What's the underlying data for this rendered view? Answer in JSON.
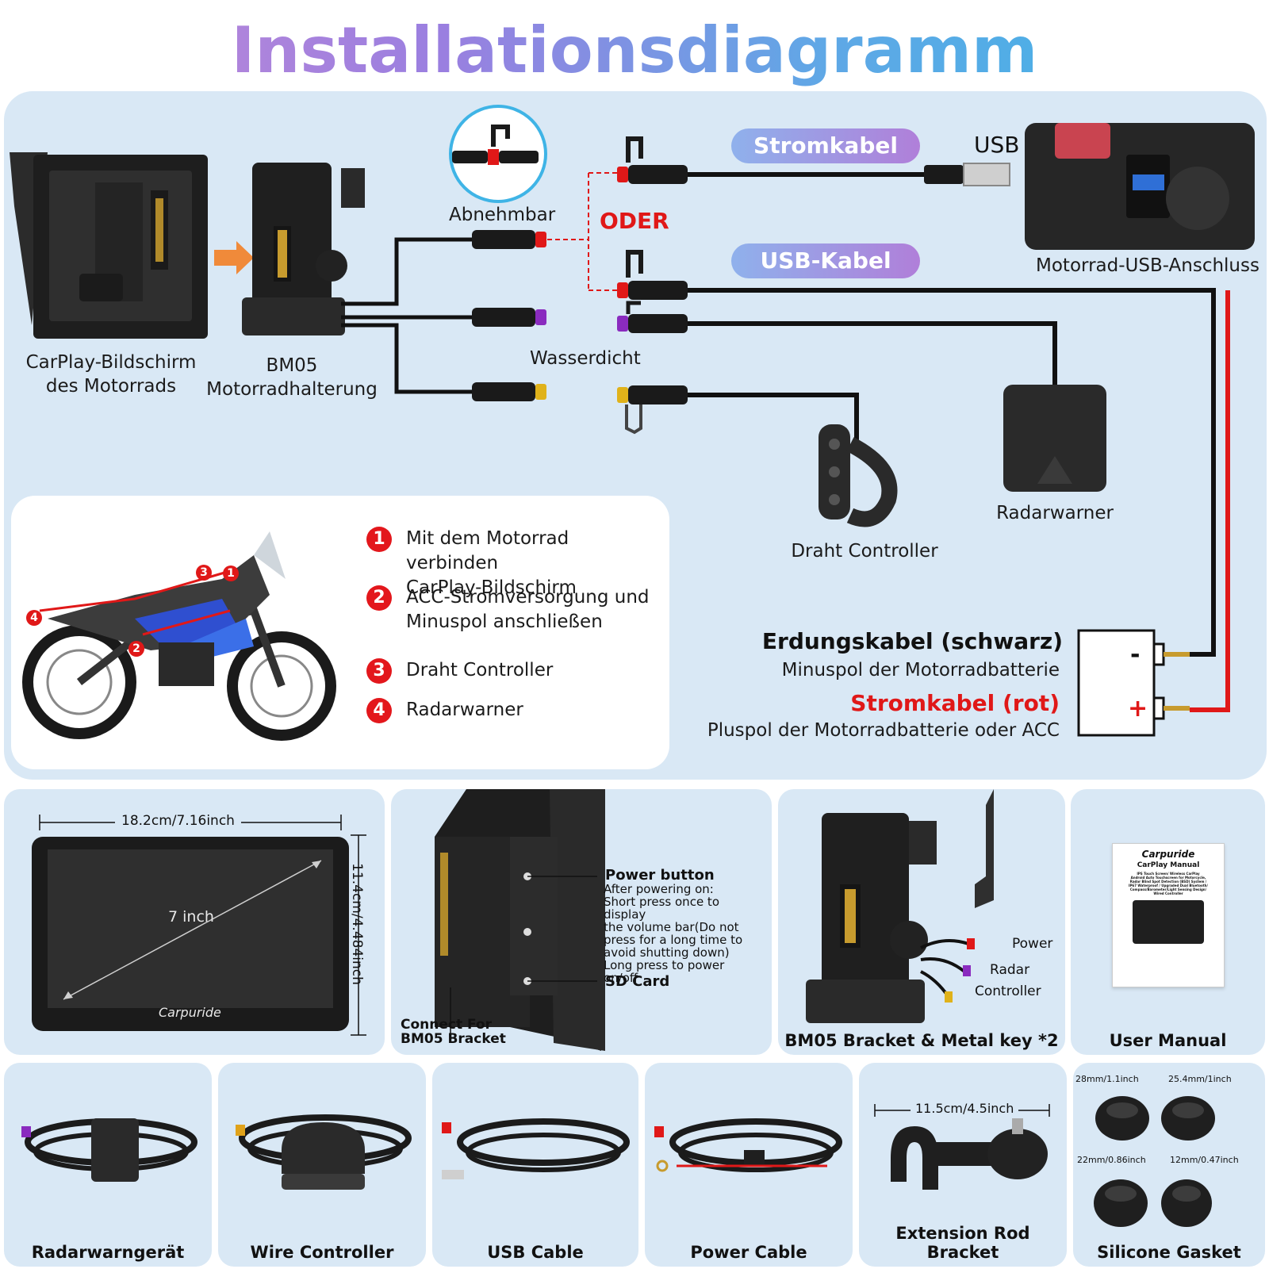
{
  "title": "Installationsdiagramm",
  "wiring": {
    "screen_label_1": "CarPlay-Bildschirm",
    "screen_label_2": "des Motorrads",
    "bracket_label_1": "BM05",
    "bracket_label_2": "Motorradhalterung",
    "detachable": "Abnehmbar",
    "waterproof": "Wasserdicht",
    "or_label": "ODER",
    "power_cable_pill": "Stromkabel",
    "usb_cable_pill": "USB-Kabel",
    "usb_label": "USB",
    "usb_port_label": "Motorrad-USB-Anschluss",
    "radar_label": "Radarwarner",
    "controller_label": "Draht Controller",
    "ground_title": "Erdungskabel (schwarz)",
    "ground_sub": "Minuspol der Motorradbatterie",
    "power_title": "Stromkabel (rot)",
    "power_sub": "Pluspol der Motorradbatterie oder ACC",
    "minus_sign": "-",
    "plus_sign": "+"
  },
  "steps": [
    {
      "num": "1",
      "text_1": "Mit dem Motorrad verbinden",
      "text_2": "CarPlay-Bildschirm"
    },
    {
      "num": "2",
      "text_1": "ACC-Stromversorgung und",
      "text_2": "Minuspol anschließen"
    },
    {
      "num": "3",
      "text_1": "Draht Controller",
      "text_2": ""
    },
    {
      "num": "4",
      "text_1": "Radarwarner",
      "text_2": ""
    }
  ],
  "bike_markers": [
    "3",
    "1",
    "4",
    "2"
  ],
  "products": {
    "screen": {
      "width": "18.2cm/7.16inch",
      "height": "11.4cm/4.484inch",
      "diag": "7 inch",
      "brand": "Carpuride"
    },
    "back": {
      "power_title": "Power button",
      "power_desc": [
        "After powering on:",
        "Short press once to display",
        " the volume bar(Do not",
        "press for a long time to",
        "avoid shutting down)",
        "Long press to power on/off"
      ],
      "sd": "SD Card",
      "connect_1": "Connect For",
      "connect_2": "BM05 Bracket"
    },
    "bracket": {
      "label": "BM05 Bracket & Metal key *2",
      "power": "Power",
      "radar": "Radar",
      "controller": "Controller"
    },
    "manual": {
      "label": "User Manual",
      "brand": "Carpuride",
      "title": "CarPlay Manual",
      "desc": [
        "IPS Touch Screen/ Wireless CarPlay",
        "Android Auto Touchscreen for Motorcycle,",
        "Radar Blind Spot Detection (BSD) System /",
        "IP67 Waterproof / Upgraded Dual Bluetooth/",
        "Compass/Barometer/Light Sensing Design/",
        "Wired Controller"
      ]
    },
    "radar": {
      "label": "Radarwarngerät"
    },
    "controller": {
      "label": "Wire Controller"
    },
    "usb": {
      "label": "USB Cable"
    },
    "power": {
      "label": "Power Cable"
    },
    "extension": {
      "label": "Extension Rod Bracket",
      "size": "11.5cm/4.5inch"
    },
    "gasket": {
      "label": "Silicone Gasket",
      "sizes": [
        "28mm/1.1inch",
        "25.4mm/1inch",
        "22mm/0.86inch",
        "12mm/0.47inch"
      ]
    }
  },
  "colors": {
    "accent_red": "#e3171c",
    "panel_bg": "#d9e8f5",
    "power_red": "#e01818",
    "radar_purple": "#8a2bbf",
    "controller_yellow": "#e0b21a"
  }
}
